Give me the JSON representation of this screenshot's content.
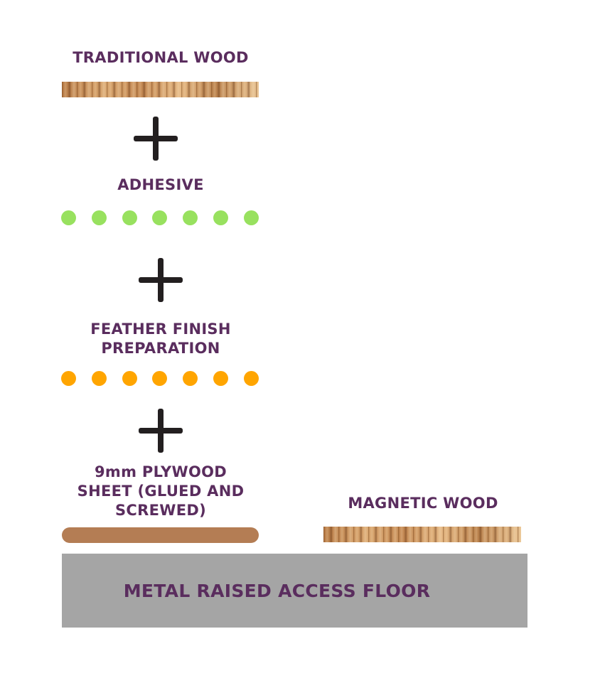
{
  "traditional_wood": {
    "label": "TRADITIONAL WOOD"
  },
  "adhesive": {
    "label": "ADHESIVE",
    "dot_color": "#98e15f",
    "dot_count": 7
  },
  "feather_finish": {
    "label": "FEATHER FINISH\nPREPARATION",
    "dot_color": "#ffa500",
    "dot_count": 7
  },
  "plywood": {
    "label": "9mm PLYWOOD\nSHEET (GLUED AND\nSCREWED)",
    "color": "#b47d54"
  },
  "magnetic_wood": {
    "label": "MAGNETIC WOOD"
  },
  "floor": {
    "label": "METAL RAISED ACCESS FLOOR",
    "color": "#a5a5a5"
  },
  "colors": {
    "text": "#5a2d5e",
    "plus": "#231f20"
  }
}
